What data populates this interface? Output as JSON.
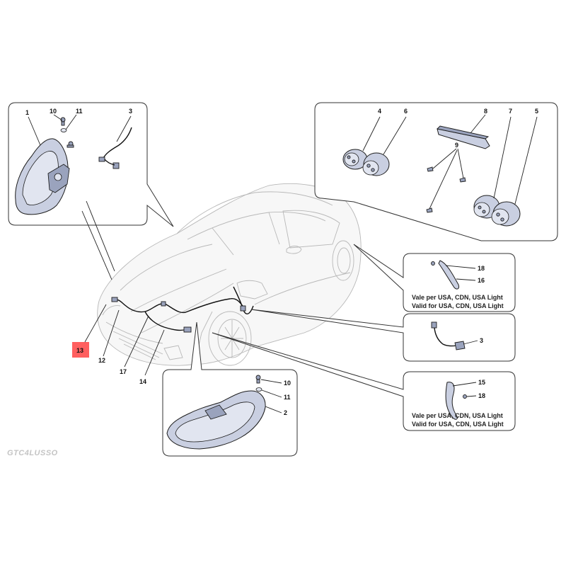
{
  "labels": {
    "l1": "1",
    "l10a": "10",
    "l11a": "11",
    "l3a": "3",
    "l4": "4",
    "l6": "6",
    "l8": "8",
    "l7": "7",
    "l5": "5",
    "l9": "9",
    "l18a": "18",
    "l16": "16",
    "l3b": "3",
    "l15": "15",
    "l18b": "18",
    "l13": "13",
    "l12": "12",
    "l17": "17",
    "l14": "14",
    "l10b": "10",
    "l11b": "11",
    "l2": "2"
  },
  "notes": {
    "usa_it_1": "Vale per USA, CDN, USA Light",
    "usa_en_1": "Valid for USA, CDN, USA Light",
    "usa_it_2": "Vale per USA, CDN, USA Light",
    "usa_en_2": "Valid for USA, CDN, USA Light"
  },
  "watermark": "GTC4LUSSO",
  "colors": {
    "highlight": "#ff5f5f",
    "part_fill": "#c9cfe1",
    "outline": "#1d1d1d",
    "car_line": "#b8b8b8"
  }
}
